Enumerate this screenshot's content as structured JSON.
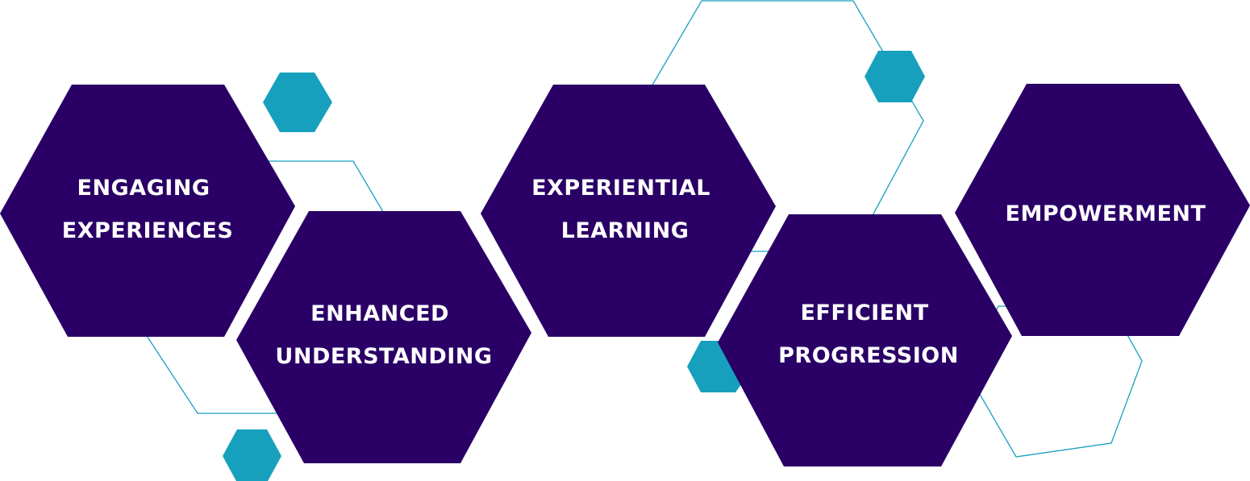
{
  "colors": {
    "background": "#ffffff",
    "main_hex_fill": "#2a0066",
    "accent_hex_fill": "#16a0bd",
    "outline_stroke": "#16a0bd",
    "label_text": "#ffffff"
  },
  "hexagons": [
    {
      "lines": [
        "ENGAGING",
        "EXPERIENCES"
      ]
    },
    {
      "lines": [
        "ENHANCED",
        "UNDERSTANDING"
      ]
    },
    {
      "lines": [
        "EXPERIENTIAL",
        "LEARNING"
      ]
    },
    {
      "lines": [
        "EFFICIENT",
        "PROGRESSION"
      ]
    },
    {
      "lines": [
        "EMPOWERMENT"
      ]
    }
  ]
}
